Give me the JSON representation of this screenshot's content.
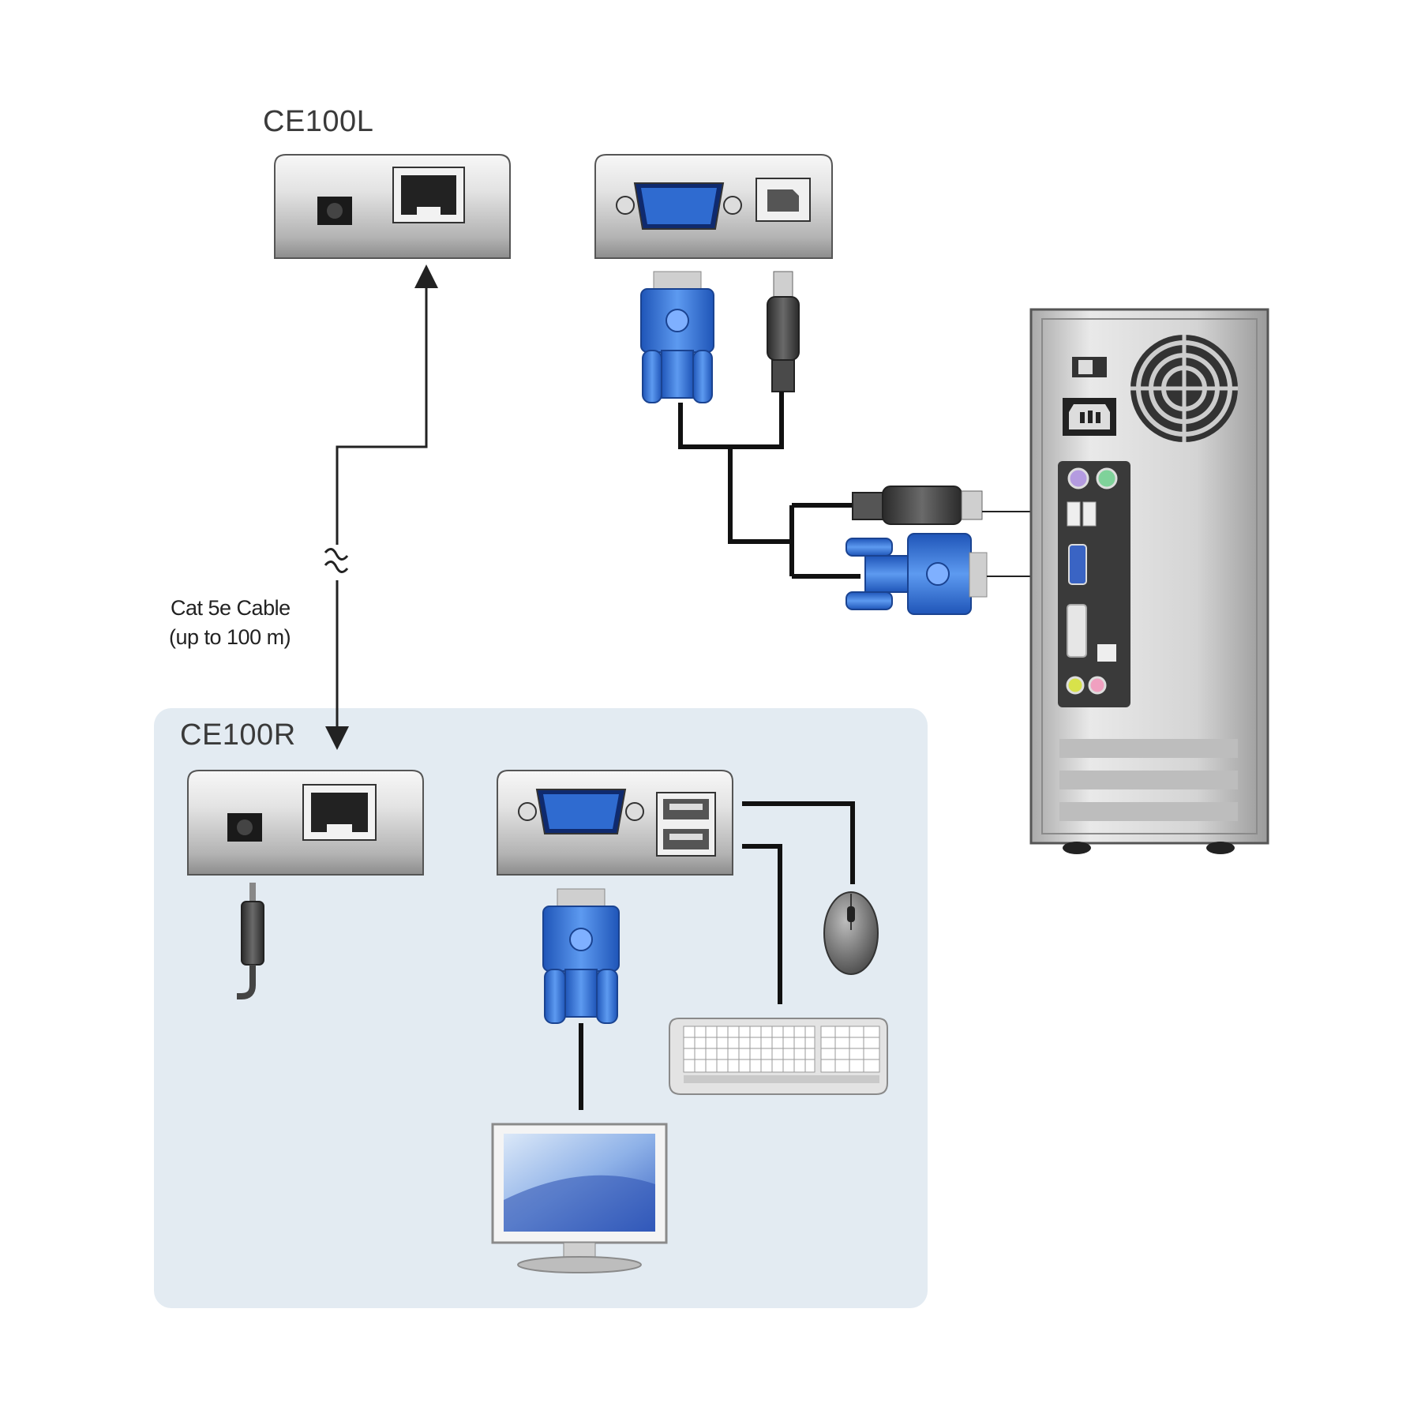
{
  "local_unit": {
    "label": "CE100L"
  },
  "remote_unit": {
    "label": "CE100R"
  },
  "cable": {
    "line1": "Cat 5e Cable",
    "line2": "(up to 100 m)"
  },
  "colors": {
    "remote_panel": "#e3ebf2",
    "vga_blue": "#2f6bd0",
    "cable_black": "#111111",
    "device_silver": "#d9d9d9"
  },
  "icons": [
    "power-jack-icon",
    "rj45-port-icon",
    "vga-port-icon",
    "usb-b-port-icon",
    "usb-a-port-icon",
    "vga-connector-icon",
    "usb-plug-icon",
    "pc-tower-icon",
    "mouse-icon",
    "keyboard-icon",
    "monitor-icon",
    "power-plug-icon"
  ]
}
